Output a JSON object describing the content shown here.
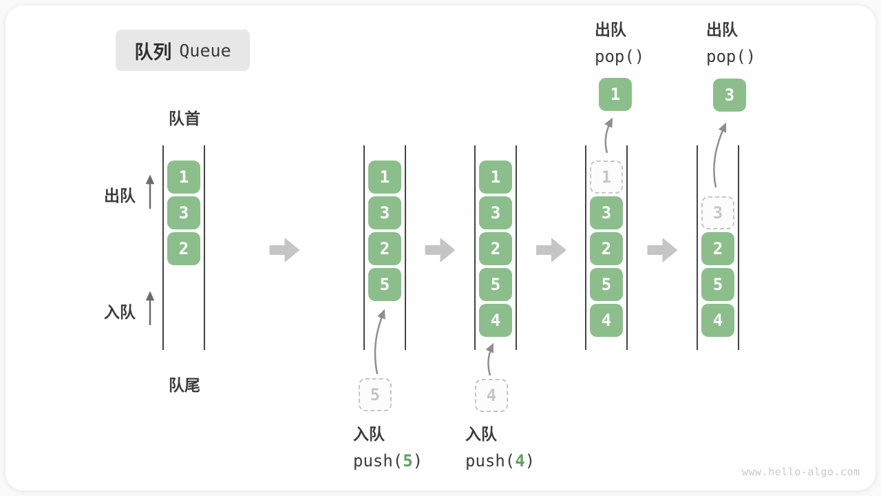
{
  "title": {
    "zh": "队列",
    "en": "Queue"
  },
  "labels": {
    "front": "队首",
    "rear": "队尾",
    "dequeue": "出队",
    "enqueue": "入队"
  },
  "colors": {
    "box_green": "#8cbe8c",
    "code_green": "#5fa15f",
    "block_arrow": "#c5c5c5",
    "ghost_gray": "#c6c6c6",
    "channel_line": "#434343",
    "text_dark": "#3c3c3c",
    "watermark_gray": "#c8c8c8",
    "title_chip_bg": "#e7e7e7"
  },
  "queues": {
    "q1": {
      "cells": [
        "1",
        "3",
        "2"
      ]
    },
    "q2": {
      "cells": [
        "1",
        "3",
        "2",
        "5"
      ],
      "incoming": "5"
    },
    "q3": {
      "cells": [
        "1",
        "3",
        "2",
        "5",
        "4"
      ],
      "incoming": "4"
    },
    "q4": {
      "popped": "1",
      "ghost": "1",
      "cells": [
        "3",
        "2",
        "5",
        "4"
      ]
    },
    "q5": {
      "popped": "3",
      "ghost": "3",
      "cells": [
        "2",
        "5",
        "4"
      ]
    }
  },
  "operations": {
    "push5": {
      "zh": "入队",
      "code_open": "push(",
      "arg": "5",
      "code_close": ")"
    },
    "push4": {
      "zh": "入队",
      "code_open": "push(",
      "arg": "4",
      "code_close": ")"
    },
    "pop_q4": {
      "zh": "出队",
      "code": "pop()"
    },
    "pop_q5": {
      "zh": "出队",
      "code": "pop()"
    }
  },
  "watermark": "www.hello-algo.com"
}
